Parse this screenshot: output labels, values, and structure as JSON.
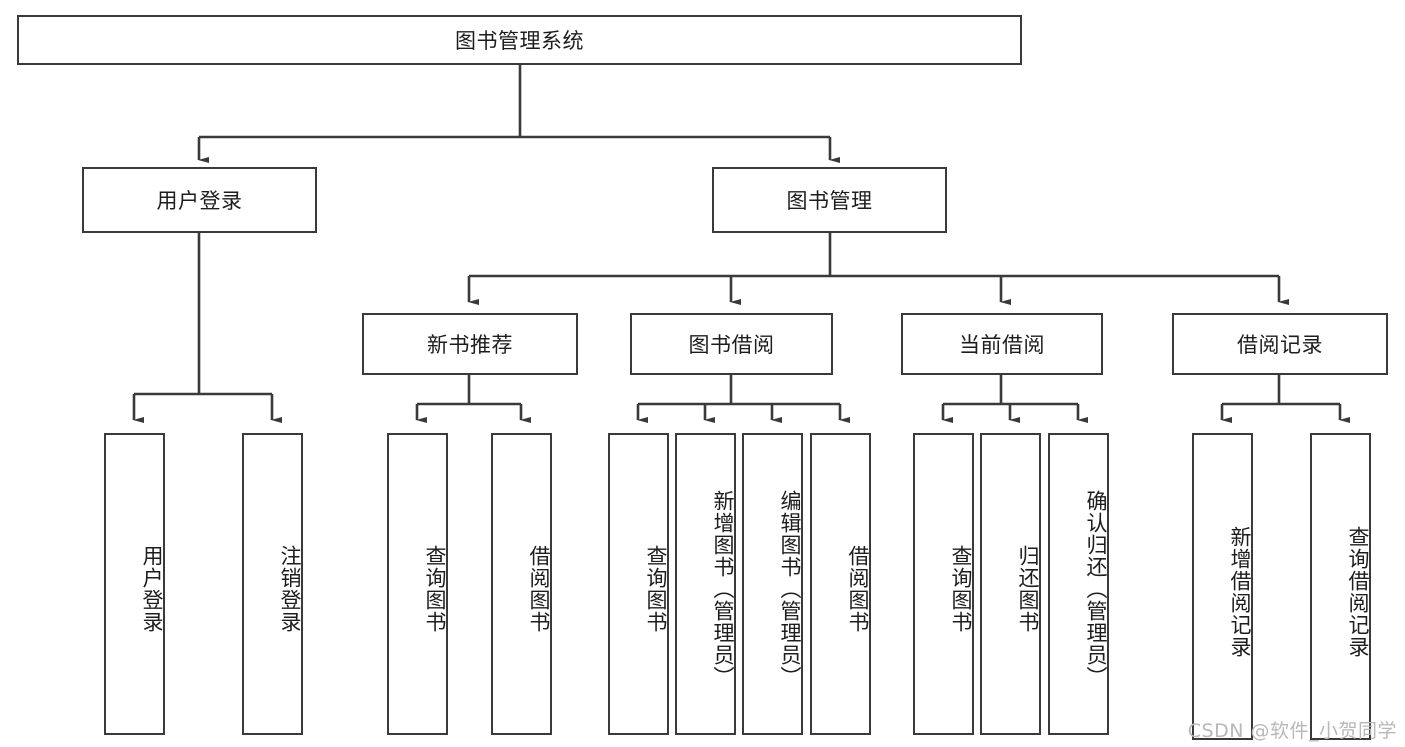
{
  "diagram": {
    "type": "tree-hierarchy-chart",
    "title_text": "图书管理系统",
    "line_color": "#3a3a3a",
    "box_fill": "#ffffff",
    "text_color": "#1d1d1d",
    "root": {
      "id": "root",
      "label": "图书管理系统",
      "orientation": "horizontal"
    },
    "level2": [
      {
        "id": "user-login",
        "label": "用户登录",
        "orientation": "horizontal"
      },
      {
        "id": "book-manage",
        "label": "图书管理",
        "orientation": "horizontal"
      }
    ],
    "level3": [
      {
        "id": "new-book-recommend",
        "label": "新书推荐",
        "orientation": "horizontal",
        "parent": "book-manage"
      },
      {
        "id": "book-borrow",
        "label": "图书借阅",
        "orientation": "horizontal",
        "parent": "book-manage"
      },
      {
        "id": "current-borrow",
        "label": "当前借阅",
        "orientation": "horizontal",
        "parent": "book-manage"
      },
      {
        "id": "borrow-record",
        "label": "借阅记录",
        "orientation": "horizontal",
        "parent": "book-manage"
      }
    ],
    "leaves": [
      {
        "id": "leaf-user-login",
        "label": "用户登录",
        "orientation": "vertical",
        "parent": "user-login"
      },
      {
        "id": "leaf-logout-login",
        "label": "注销登录",
        "orientation": "vertical",
        "parent": "user-login"
      },
      {
        "id": "leaf-query-book-1",
        "label": "查询图书",
        "orientation": "vertical",
        "parent": "new-book-recommend"
      },
      {
        "id": "leaf-borrow-book-1",
        "label": "借阅图书",
        "orientation": "vertical",
        "parent": "new-book-recommend"
      },
      {
        "id": "leaf-query-book-2",
        "label": "查询图书",
        "orientation": "vertical",
        "parent": "book-borrow"
      },
      {
        "id": "leaf-add-book",
        "label": "新增图书（管理员）",
        "orientation": "vertical",
        "parent": "book-borrow"
      },
      {
        "id": "leaf-edit-book",
        "label": "编辑图书（管理员）",
        "orientation": "vertical",
        "parent": "book-borrow"
      },
      {
        "id": "leaf-borrow-book-2",
        "label": "借阅图书",
        "orientation": "vertical",
        "parent": "book-borrow"
      },
      {
        "id": "leaf-query-book-3",
        "label": "查询图书",
        "orientation": "vertical",
        "parent": "current-borrow"
      },
      {
        "id": "leaf-return-book",
        "label": "归还图书",
        "orientation": "vertical",
        "parent": "current-borrow"
      },
      {
        "id": "leaf-confirm-return",
        "label": "确认归还（管理员）",
        "orientation": "vertical",
        "parent": "current-borrow"
      },
      {
        "id": "leaf-add-record",
        "label": "新增借阅记录",
        "orientation": "vertical",
        "parent": "borrow-record"
      },
      {
        "id": "leaf-query-record",
        "label": "查询借阅记录",
        "orientation": "vertical",
        "parent": "borrow-record"
      }
    ]
  },
  "watermark": {
    "text": "CSDN @软件_小贺同学"
  }
}
